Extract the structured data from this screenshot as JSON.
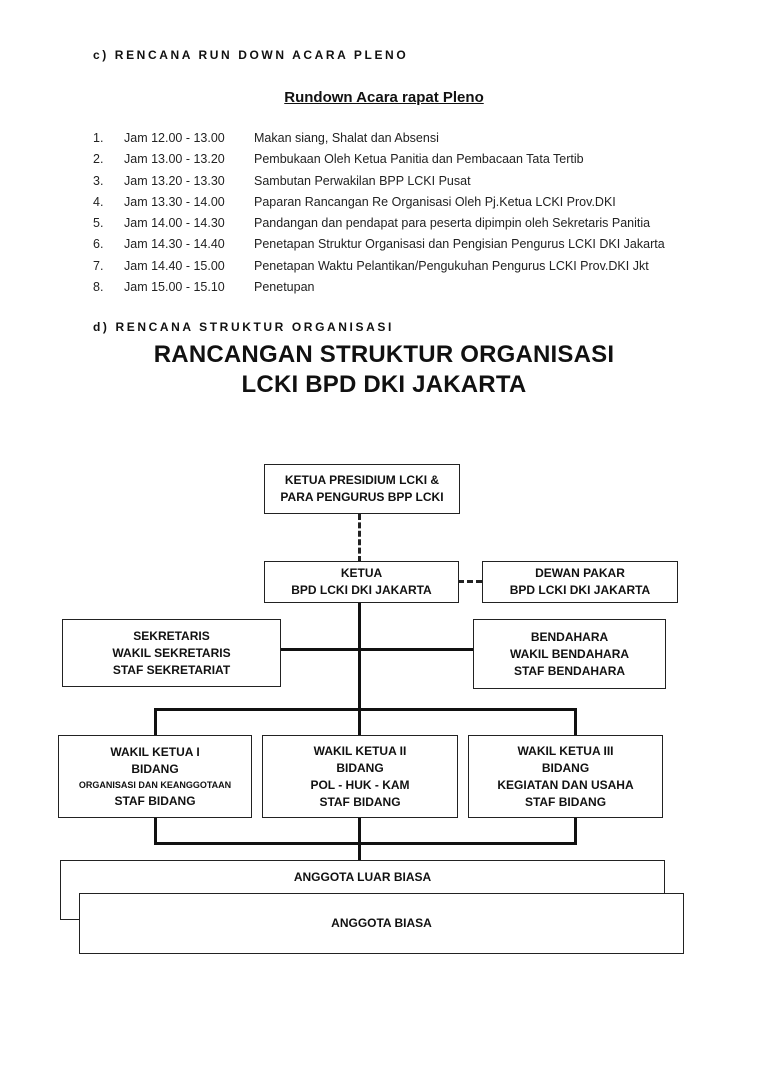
{
  "rundown_section": {
    "heading": "c) RENCANA RUN DOWN ACARA PLENO",
    "title": "Rundown Acara rapat Pleno",
    "items": [
      {
        "num": "1.",
        "time": "Jam 12.00 - 13.00",
        "activity": "Makan siang, Shalat dan Absensi"
      },
      {
        "num": "2.",
        "time": "Jam 13.00 - 13.20",
        "activity": "Pembukaan  Oleh Ketua Panitia dan Pembacaan Tata Tertib"
      },
      {
        "num": "3.",
        "time": "Jam 13.20 - 13.30",
        "activity": "Sambutan Perwakilan BPP LCKI Pusat"
      },
      {
        "num": "4.",
        "time": "Jam 13.30 - 14.00",
        "activity": "Paparan Rancangan Re Organisasi Oleh Pj.Ketua LCKI Prov.DKI"
      },
      {
        "num": "5.",
        "time": "Jam 14.00 - 14.30",
        "activity": "Pandangan dan pendapat para peserta  dipimpin oleh Sekretaris Panitia"
      },
      {
        "num": "6.",
        "time": "Jam 14.30 - 14.40",
        "activity": "Penetapan Struktur Organisasi dan Pengisian Pengurus LCKI DKI Jakarta"
      },
      {
        "num": "7.",
        "time": "Jam 14.40 - 15.00",
        "activity": "Penetapan Waktu Pelantikan/Pengukuhan Pengurus  LCKI Prov.DKI Jkt"
      },
      {
        "num": "8.",
        "time": "Jam 15.00 - 15.10",
        "activity": "Penetupan"
      }
    ]
  },
  "structure_section": {
    "heading": "d) RENCANA STRUKTUR ORGANISASI",
    "title_line1": "RANCANGAN  STRUKTUR  ORGANISASI",
    "title_line2": "LCKI  BPD DKI JAKARTA",
    "boxes": {
      "presidium": [
        "KETUA PRESIDIUM LCKI &",
        "PARA PENGURUS BPP LCKI"
      ],
      "ketua": [
        "KETUA",
        "BPD LCKI DKI JAKARTA"
      ],
      "dewan_pakar": [
        "DEWAN PAKAR",
        "BPD LCKI DKI JAKARTA"
      ],
      "sekretaris": [
        "SEKRETARIS",
        "WAKIL SEKRETARIS",
        "STAF SEKRETARIAT"
      ],
      "bendahara": [
        "BENDAHARA",
        "WAKIL BENDAHARA",
        "STAF BENDAHARA"
      ],
      "wakil1": [
        "WAKIL KETUA I",
        "BIDANG",
        "ORGANISASI DAN KEANGGOTAAN",
        "STAF BIDANG"
      ],
      "wakil2": [
        "WAKIL KETUA II",
        "BIDANG",
        "POL - HUK - KAM",
        "STAF BIDANG"
      ],
      "wakil3": [
        "WAKIL KETUA III",
        "BIDANG",
        "KEGIATAN DAN USAHA",
        "STAF BIDANG"
      ],
      "anggota_luar_biasa": "ANGGOTA LUAR BIASA",
      "anggota_biasa": "ANGGOTA  BIASA"
    }
  }
}
